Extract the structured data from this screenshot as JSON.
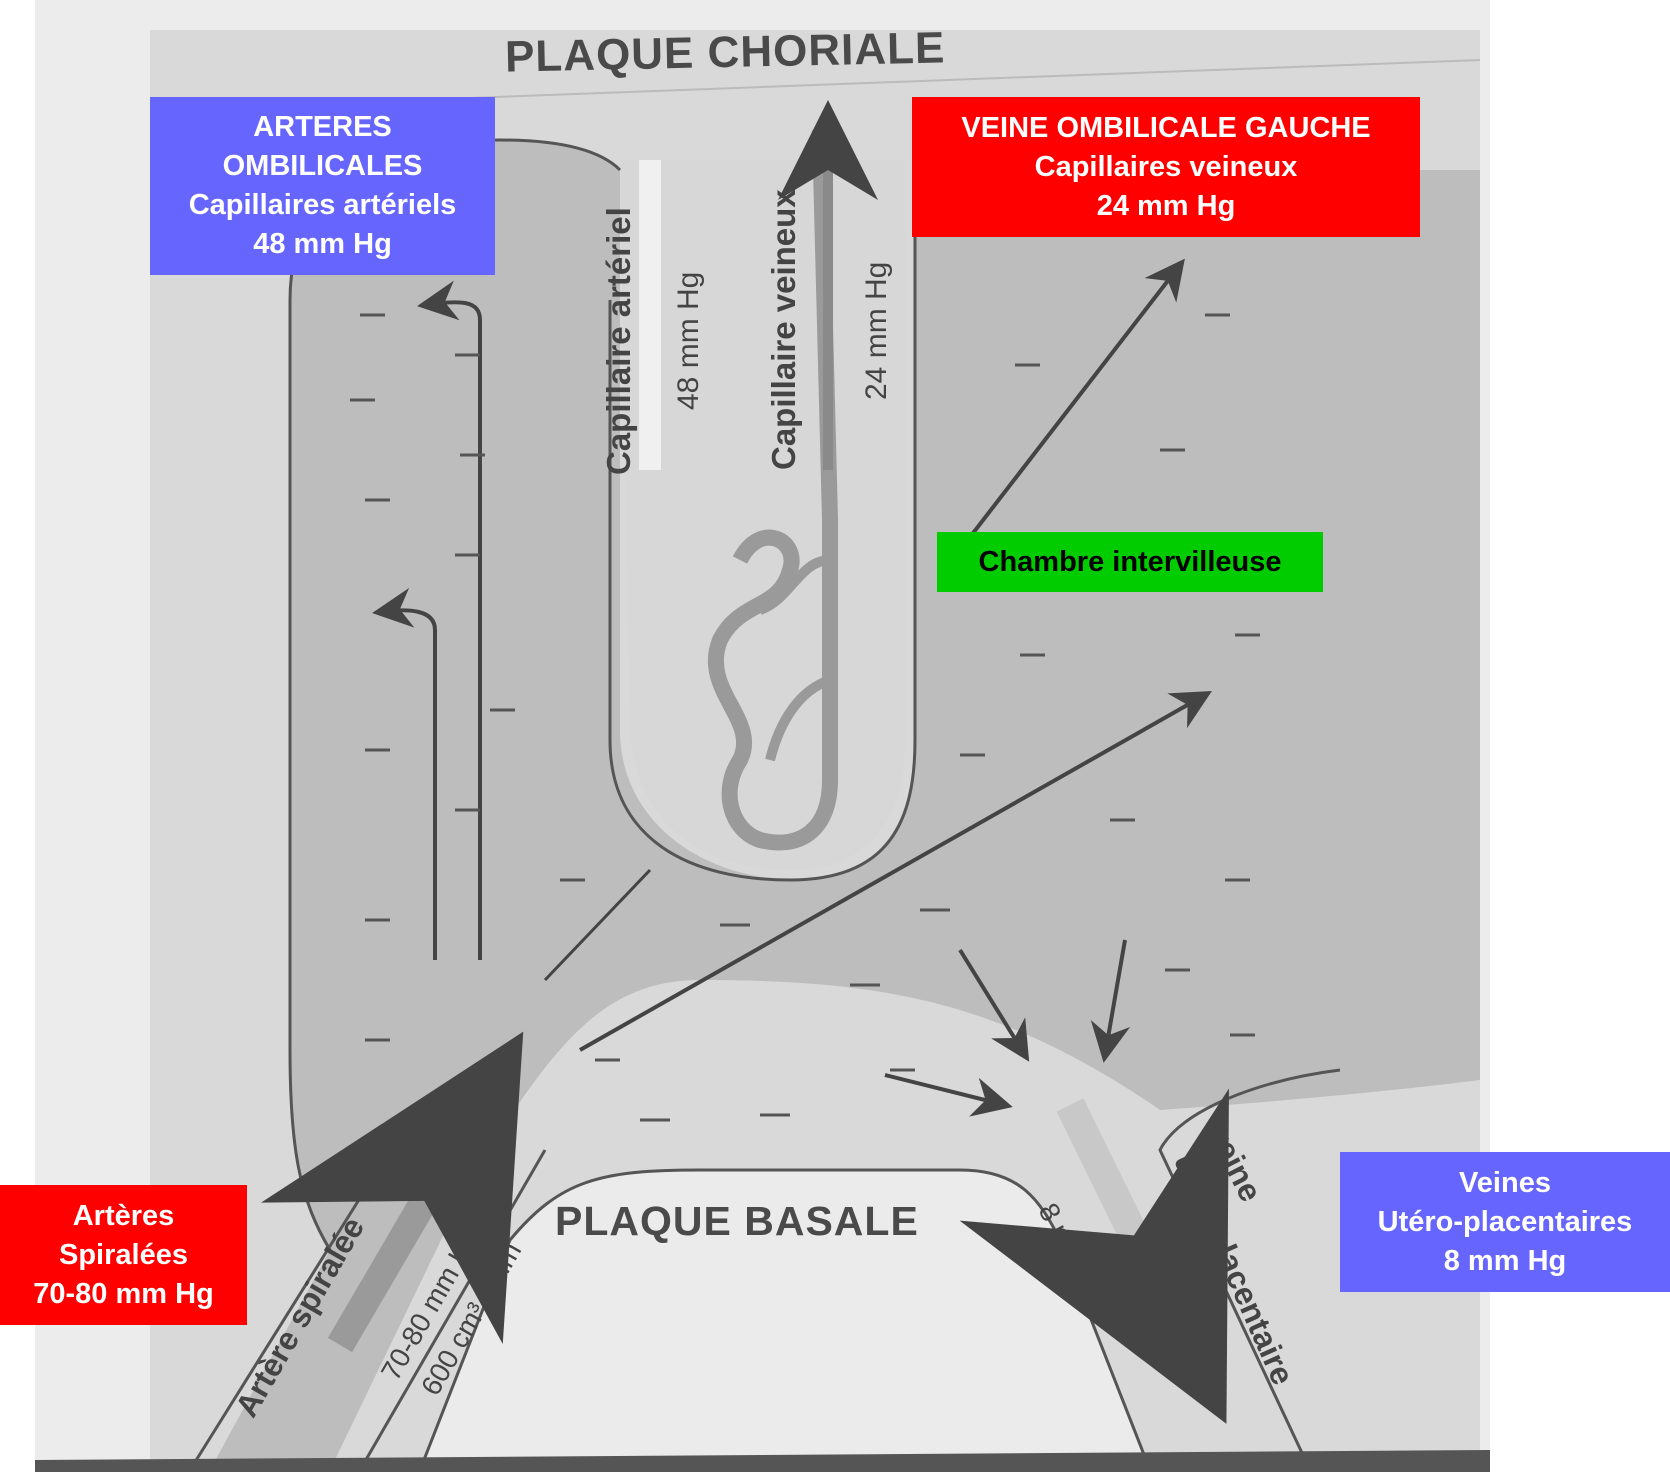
{
  "labels": {
    "plaque_choriale": "PLAQUE CHORIALE",
    "plaque_basale": "PLAQUE BASALE",
    "capillaire_arteriel": "Capillaire artériel",
    "capillaire_arteriel_pressure": "48 mm Hg",
    "capillaire_veineux": "Capillaire veineux",
    "capillaire_veineux_pressure": "24 mm Hg",
    "artere_spiralee": "Artère spiralée",
    "spiral_pressure": "70-80 mm Hg",
    "spiral_flow": "600 cm³ / mm",
    "uterine_pressure": "8 mm Hg",
    "veine_line1": "veine",
    "veine_line2": "utéroplacentaire"
  },
  "boxes": {
    "arteres_ombilicales": {
      "lines": [
        "ARTERES",
        "OMBILICALES",
        "Capillaires artériels",
        "48 mm Hg"
      ],
      "color": "#6666ff"
    },
    "veine_ombilicale": {
      "lines": [
        "VEINE OMBILICALE GAUCHE",
        "Capillaires veineux",
        "24 mm Hg"
      ],
      "color": "#ff0000"
    },
    "chambre": {
      "lines": [
        "Chambre intervilleuse"
      ],
      "color": "#00cc00"
    },
    "arteres_spiralees": {
      "lines": [
        "Artères",
        "Spiralées",
        "70-80 mm Hg"
      ],
      "color": "#ff0000"
    },
    "veines_utero": {
      "lines": [
        "Veines",
        "Utéro-placentaires",
        "8 mm Hg"
      ],
      "color": "#6666ff"
    }
  }
}
